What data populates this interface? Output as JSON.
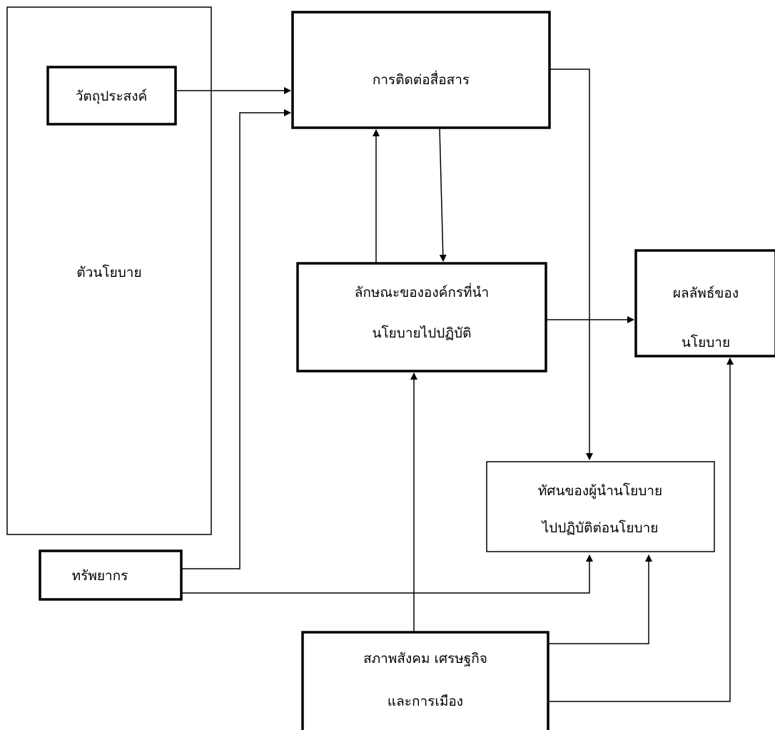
{
  "nodes": {
    "policy": "ตัวนโยบาย",
    "objectives": "วัตถุประสงค์",
    "resources": "ทรัพยากร",
    "communication": "การติดต่อสื่อสาร",
    "org_line1": "ลักษณะขององค์กรที่นำ",
    "org_line2": "นโยบายไปปฏิบัติ",
    "outcome_line1": "ผลลัพธ์ของ",
    "outcome_line2": "นโยบาย",
    "attitude_line1": "ทัศนของผู้นำนโยบาย",
    "attitude_line2": "ไปปฏิบัติต่อนโยบาย",
    "env_line1": "สภาพสังคม เศรษฐกิจ",
    "env_line2": "และการเมือง"
  }
}
